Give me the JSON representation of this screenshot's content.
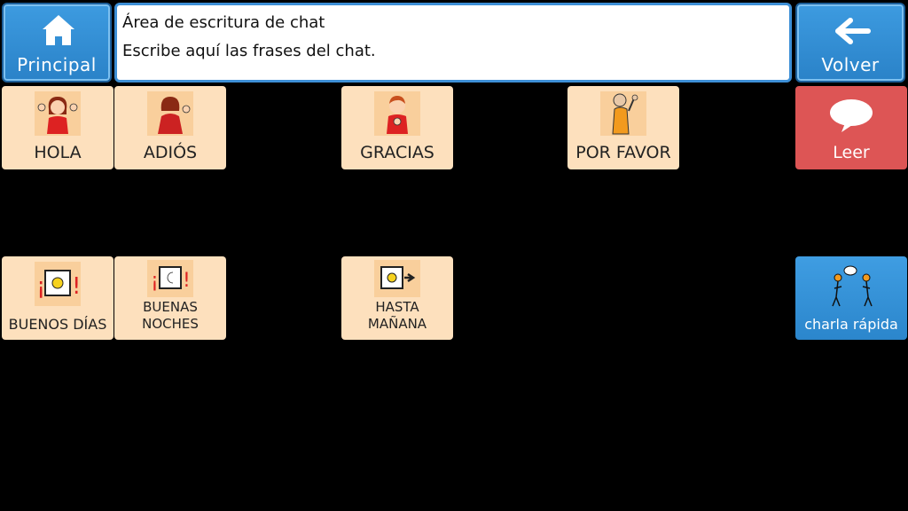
{
  "nav": {
    "home_label": "Principal",
    "back_label": "Volver"
  },
  "chat": {
    "title": "Área de escritura de chat",
    "hint": "Escribe aquí las frases del chat."
  },
  "grid": {
    "row1": [
      {
        "label": "HOLA",
        "icon": "girl-waving-icon"
      },
      {
        "label": "ADIÓS",
        "icon": "person-waving-goodbye-icon"
      },
      {
        "label": "GRACIAS",
        "icon": "boy-thanking-icon"
      },
      {
        "label": "POR FAVOR",
        "icon": "person-please-icon"
      },
      {
        "label": "Leer",
        "icon": "speech-bubble-icon"
      }
    ],
    "row2": [
      {
        "label": "BUENOS DÍAS",
        "icon": "sun-window-icon"
      },
      {
        "label_line1": "BUENAS",
        "label_line2": "NOCHES",
        "icon": "moon-window-icon"
      },
      {
        "label_line1": "HASTA",
        "label_line2": "MAÑANA",
        "icon": "sun-arrow-icon"
      },
      {
        "label": "charla rápida",
        "icon": "people-talking-icon"
      }
    ]
  },
  "colors": {
    "nav_blue": "#2a82c8",
    "cell_peach": "#fde0bd",
    "leer_red": "#dd5555"
  }
}
